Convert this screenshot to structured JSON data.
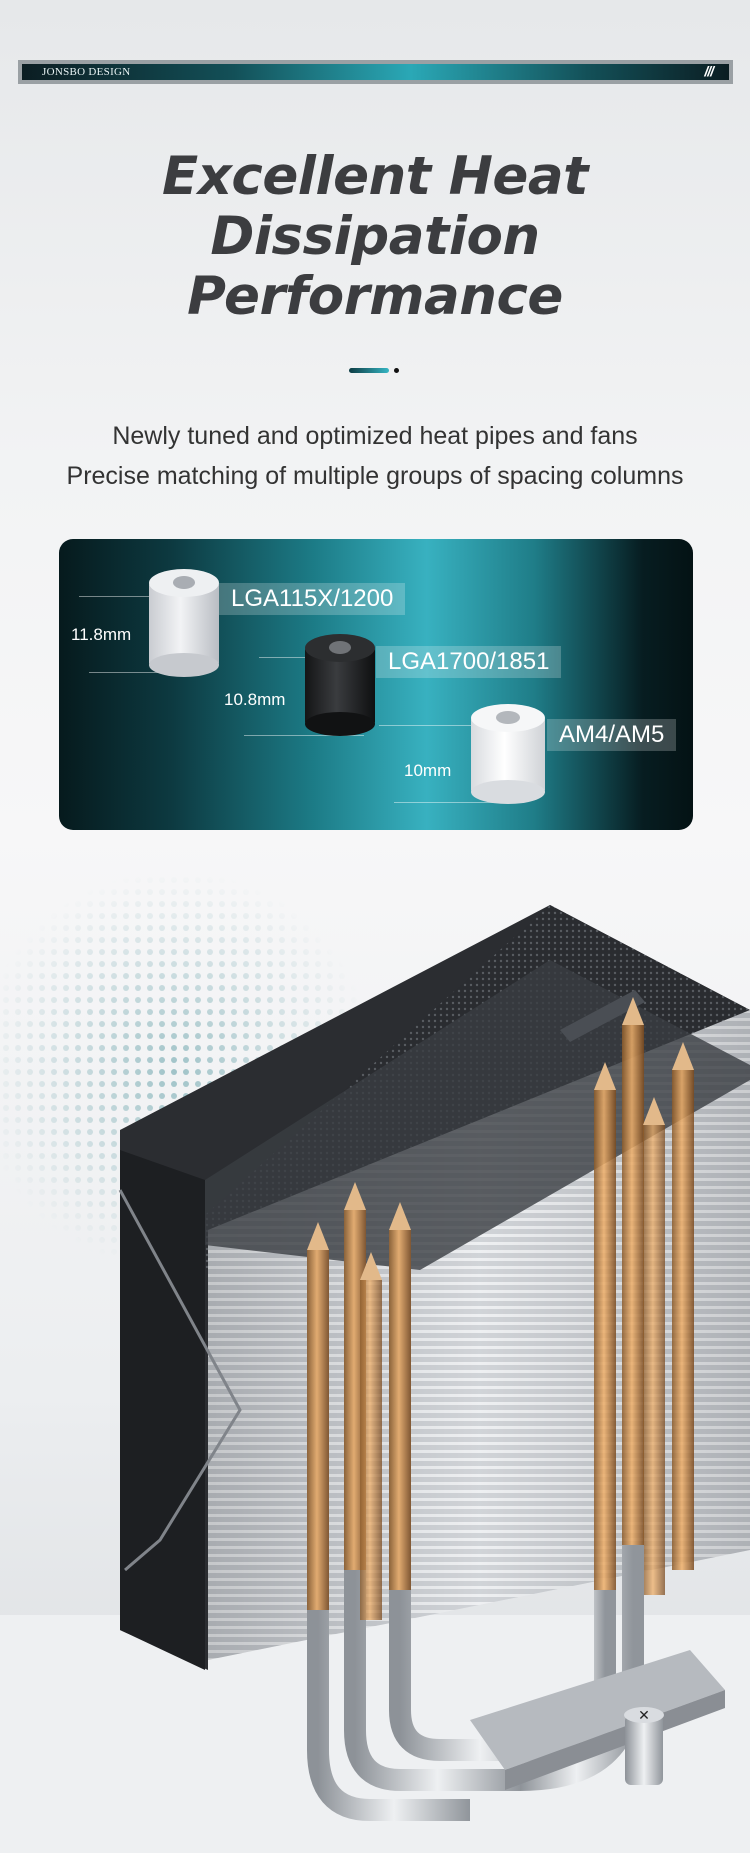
{
  "banner": {
    "brand": "JONSBO DESIGN",
    "mark": "///"
  },
  "headline": [
    "Excellent Heat",
    "Dissipation",
    "Performance"
  ],
  "subtitle": [
    "Newly tuned and optimized heat pipes and fans",
    "Precise matching of multiple groups of spacing columns"
  ],
  "spacers": [
    {
      "height_label": "11.8mm",
      "socket": "LGA115X/1200",
      "color": "#e4e6ea"
    },
    {
      "height_label": "10.8mm",
      "socket": "LGA1700/1851",
      "color": "#1f2022"
    },
    {
      "height_label": "10mm",
      "socket": "AM4/AM5",
      "color": "#f3f4f6"
    }
  ],
  "accent_color": "#36b6c4",
  "product": {
    "image": "cpu-air-cooler-with-copper-heat-pipes"
  }
}
